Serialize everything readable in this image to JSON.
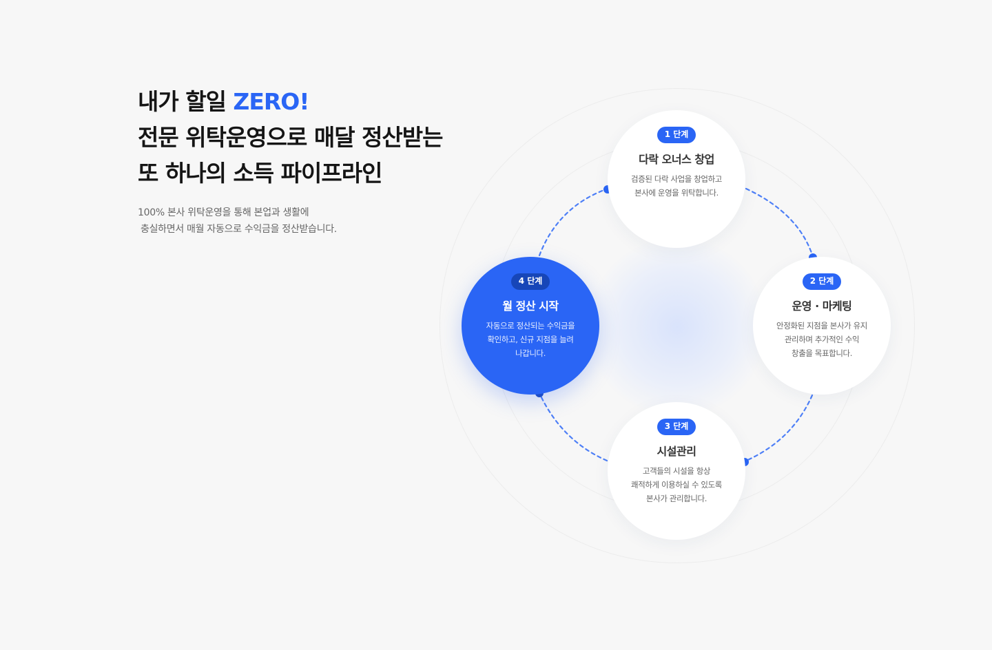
{
  "headline": {
    "line1_prefix": "내가 할일 ",
    "line1_accent": "ZERO!",
    "line2": "전문 위탁운영으로 매달 정산받는",
    "line3": "또 하나의 소득 파이프라인"
  },
  "description": {
    "line1": "100% 본사 위탁운영을 통해 본업과 생활에",
    "line2": "충실하면서 매월 자동으로 수익금을 정산받습니다."
  },
  "steps": [
    {
      "badge": "1 단계",
      "title": "다락 오너스 창업",
      "lines": [
        "검증된 다락 사업을 창업하고",
        "본사에 운영을 위탁합니다."
      ]
    },
    {
      "badge": "2 단계",
      "title": "운영 · 마케팅",
      "lines": [
        "안정화된 지점을 본사가 유지",
        "관리하며 추가적인 수익",
        "창출을 목표합니다."
      ]
    },
    {
      "badge": "3 단계",
      "title": "시설관리",
      "lines": [
        "고객들의 시설을 항상",
        "쾌적하게 이용하실 수 있도록",
        "본사가 관리합니다."
      ]
    },
    {
      "badge": "4 단계",
      "title": "월 정산 시작",
      "lines": [
        "자동으로 정산되는 수익금을",
        "확인하고, 신규 지점을 늘려",
        "나갑니다."
      ]
    }
  ],
  "colors": {
    "accent": "#2a65f5",
    "accent_dark": "#1746b8",
    "background": "#f7f7f7",
    "connector_dot": "#2a65f5"
  }
}
